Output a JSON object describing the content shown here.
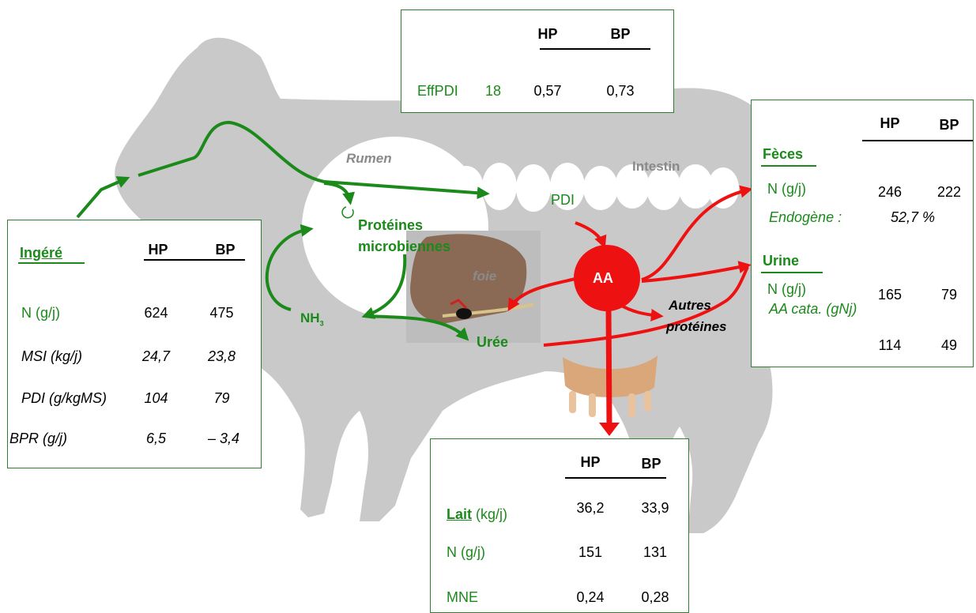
{
  "colors": {
    "animal": "#c9c9c9",
    "green": "#1b8a1b",
    "red": "#ee1111",
    "liver": "#8a6a55",
    "udder": "#d9a77a"
  },
  "labels": {
    "rumen": "Rumen",
    "intestin": "Intestin",
    "pdi": "PDI",
    "proteines_microbiennes_1": "Protéines",
    "proteines_microbiennes_2": "microbiennes",
    "foie": "foie",
    "nh3": "NH",
    "nh3_sub": "3",
    "uree": "Urée",
    "aa": "AA",
    "autres_proteines_1": "Autres",
    "autres_proteines_2": "protéines"
  },
  "top_box": {
    "hp": "HP",
    "bp": "BP",
    "row_label": "EffPDI",
    "row_num": "18",
    "hp_val": "0,57",
    "bp_val": "0,73"
  },
  "ingere_box": {
    "title": "Ingéré",
    "hp": "HP",
    "bp": "BP",
    "rows": [
      {
        "label": "N (g/j)",
        "hp": "624",
        "bp": "475"
      },
      {
        "label": "MSI  (kg/j)",
        "hp": "24,7",
        "bp": "23,8"
      },
      {
        "label": "PDI (g/kgMS)",
        "hp": "104",
        "bp": "79"
      },
      {
        "label": "BPR (g/j)",
        "hp": "6,5",
        "bp": "– 3,4"
      }
    ]
  },
  "feces_box": {
    "hp": "HP",
    "bp": "BP",
    "feces_title": "Fèces",
    "feces_n_label": "N (g/j)",
    "feces_n_hp": "246",
    "feces_n_bp": "222",
    "endogene_label": "Endogène :",
    "endogene_val": "52,7 %",
    "urine_title": "Urine",
    "urine_n_label": "N (g/j)",
    "urine_n_hp": "165",
    "urine_n_bp": "79",
    "aa_cata_label": "AA cata. (gNj)",
    "aa_cata_hp": "114",
    "aa_cata_bp": "49"
  },
  "lait_box": {
    "hp": "HP",
    "bp": "BP",
    "lait_title": "Lait",
    "lait_unit": " (kg/j)",
    "lait_hp": "36,2",
    "lait_bp": "33,9",
    "n_label": "N  (g/j)",
    "n_hp": "151",
    "n_bp": "131",
    "mne_label": "MNE",
    "mne_hp": "0,24",
    "mne_bp": "0,28"
  }
}
